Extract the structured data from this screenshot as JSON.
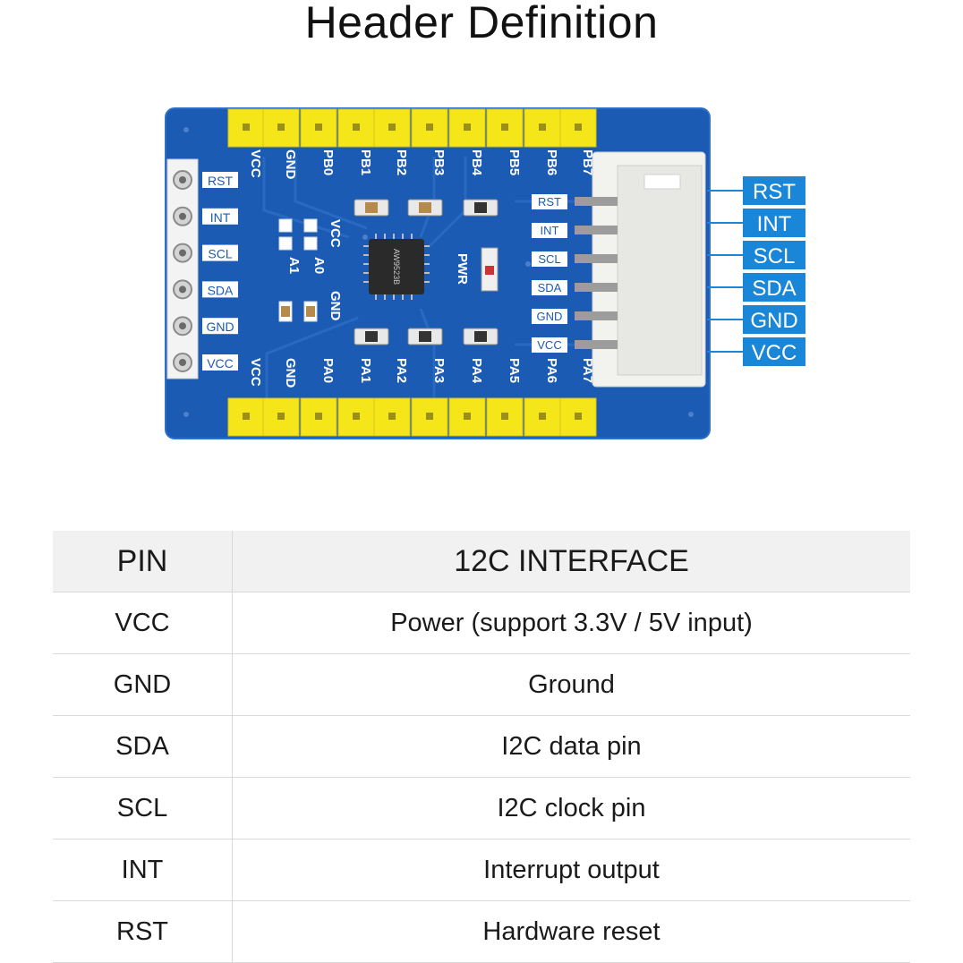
{
  "title": "Header Definition",
  "board": {
    "top_header_labels": [
      "VCC",
      "GND",
      "PB0",
      "PB1",
      "PB2",
      "PB3",
      "PB4",
      "PB5",
      "PB6",
      "PB7"
    ],
    "bottom_header_labels": [
      "VCC",
      "GND",
      "PA0",
      "PA1",
      "PA2",
      "PA3",
      "PA4",
      "PA5",
      "PA6",
      "PA7"
    ],
    "left_pin_labels": [
      "RST",
      "INT",
      "SCL",
      "SDA",
      "GND",
      "VCC"
    ],
    "connector_pin_labels": [
      "RST",
      "INT",
      "SCL",
      "SDA",
      "GND",
      "VCC"
    ],
    "callout_labels": [
      "RST",
      "INT",
      "SCL",
      "SDA",
      "GND",
      "VCC"
    ],
    "address_labels": [
      "VCC",
      "A0",
      "A1",
      "GND"
    ],
    "power_label": "PWR",
    "chip_marking": "AW9523B",
    "colors": {
      "pcb": "#1c5bb3",
      "header": "#f5e61a",
      "callout": "#1a86d8",
      "connector": "#f2f2ef"
    }
  },
  "table": {
    "headers": [
      "PIN",
      "12C INTERFACE"
    ],
    "rows": [
      {
        "pin": "VCC",
        "desc": "Power (support 3.3V / 5V input)"
      },
      {
        "pin": "GND",
        "desc": "Ground"
      },
      {
        "pin": "SDA",
        "desc": "I2C data pin"
      },
      {
        "pin": "SCL",
        "desc": "I2C clock pin"
      },
      {
        "pin": "INT",
        "desc": "Interrupt output"
      },
      {
        "pin": "RST",
        "desc": "Hardware reset"
      }
    ]
  }
}
